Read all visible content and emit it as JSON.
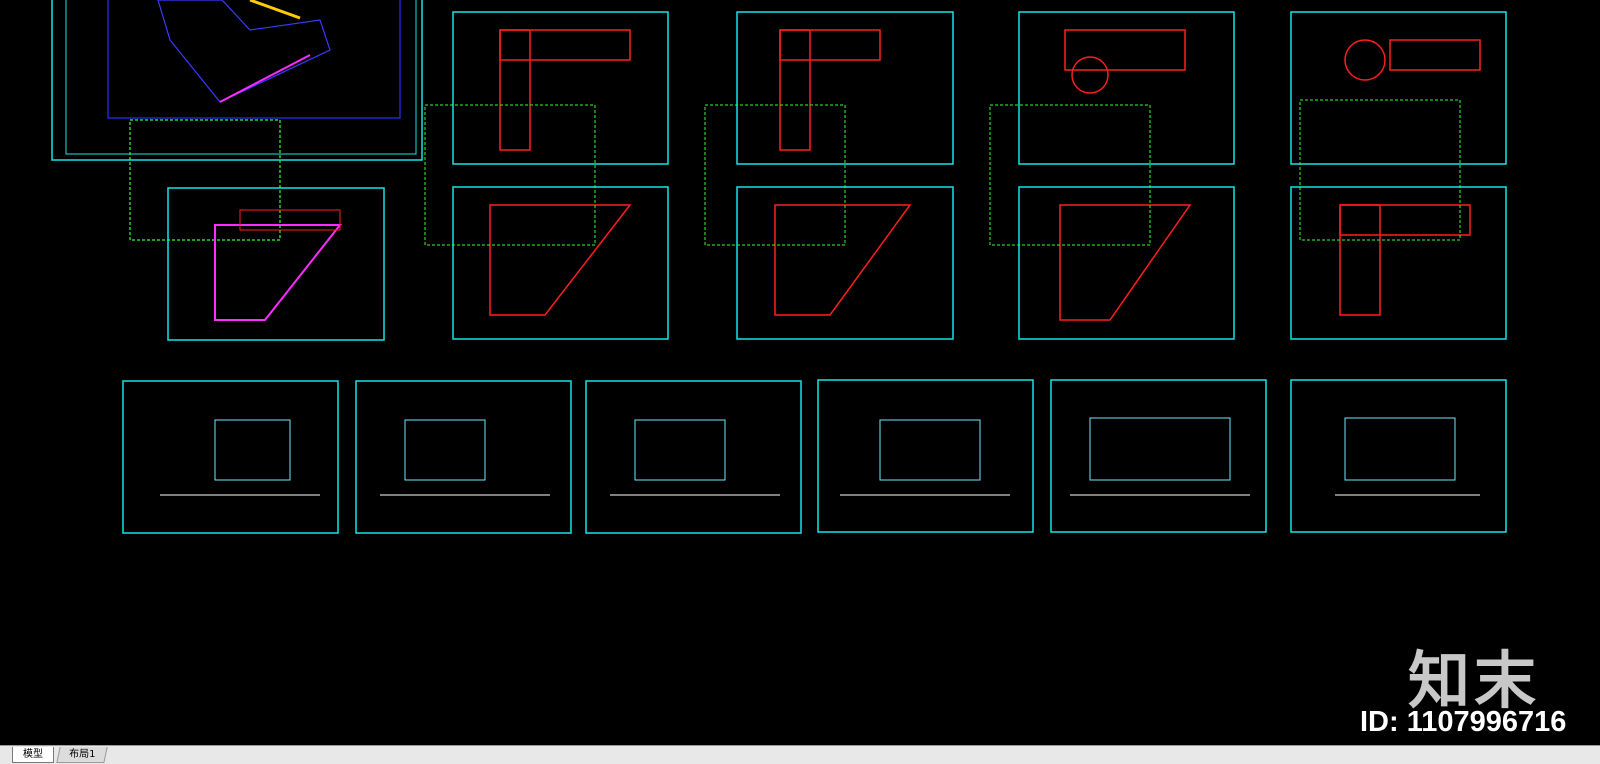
{
  "watermark": {
    "logo_text": "知末",
    "id_text": "ID: 1107996716"
  },
  "tabs": [
    {
      "label": "模型",
      "active": true
    },
    {
      "label": "布局1",
      "active": false
    }
  ],
  "colors": {
    "background": "#000000",
    "frame": "#19e3e3",
    "plan_red": "#ff1e1e",
    "plan_green": "#31ff31",
    "elevation_cyan": "#6fe6ff",
    "magenta": "#ff2bff",
    "yellow": "#ffff00"
  }
}
